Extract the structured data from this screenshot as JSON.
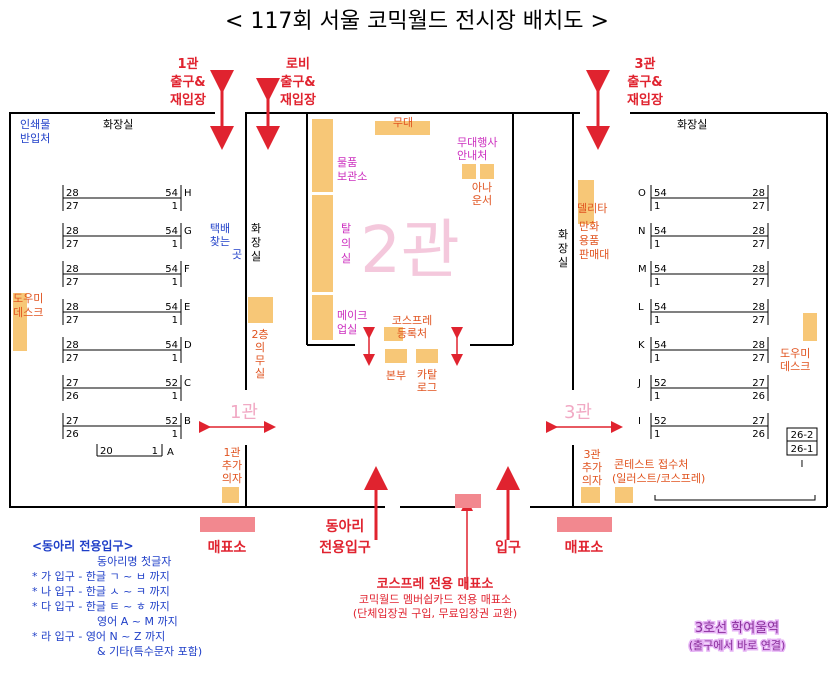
{
  "title": "< 117회 서울 코믹월드 전시장 배치도 >",
  "exits": {
    "hall1": [
      "1관",
      "출구&",
      "재입장"
    ],
    "lobby": [
      "로비",
      "출구&",
      "재입장"
    ],
    "hall3": [
      "3관",
      "출구&",
      "재입장"
    ]
  },
  "hall_labels": {
    "hall1": "1관",
    "hall2": "2관",
    "hall3": "3관"
  },
  "left_hall": {
    "print_entry": [
      "인쇄물",
      "반입처"
    ],
    "restroom": "화장실",
    "helpdesk": [
      "도우미",
      "데스크"
    ],
    "delivery": [
      "택배",
      "찾는",
      "곳"
    ],
    "restroom2": [
      "화",
      "장",
      "실"
    ],
    "floor2_nurse": [
      "2층",
      "의",
      "무",
      "실"
    ],
    "extra_chair": [
      "1관",
      "추가",
      "의자"
    ],
    "rows": [
      {
        "letter": "H",
        "top_left": "28",
        "top_right": "54",
        "bot_left": "27",
        "bot_right": "1"
      },
      {
        "letter": "G",
        "top_left": "28",
        "top_right": "54",
        "bot_left": "27",
        "bot_right": "1"
      },
      {
        "letter": "F",
        "top_left": "28",
        "top_right": "54",
        "bot_left": "27",
        "bot_right": "1"
      },
      {
        "letter": "E",
        "top_left": "28",
        "top_right": "54",
        "bot_left": "27",
        "bot_right": "1"
      },
      {
        "letter": "D",
        "top_left": "28",
        "top_right": "54",
        "bot_left": "27",
        "bot_right": "1"
      },
      {
        "letter": "C",
        "top_left": "27",
        "top_right": "52",
        "bot_left": "26",
        "bot_right": "1"
      },
      {
        "letter": "B",
        "top_left": "27",
        "top_right": "52",
        "bot_left": "26",
        "bot_right": "1"
      }
    ],
    "row_a": {
      "letter": "A",
      "left": "20",
      "right": "1"
    }
  },
  "middle_hall": {
    "stage": "무대",
    "storage": [
      "물품",
      "보관소"
    ],
    "dressing": [
      "탈",
      "의",
      "실"
    ],
    "makeup": [
      "메이크",
      "업실"
    ],
    "event_info": [
      "무대행사",
      "안내처"
    ],
    "announcer": [
      "아나",
      "운서"
    ],
    "cosplay_reg": [
      "코스프레",
      "등록처"
    ],
    "hq": "본부",
    "catalog": [
      "카탈",
      "로그"
    ]
  },
  "right_hall": {
    "restroom": "화장실",
    "restroom2": [
      "화",
      "장",
      "실"
    ],
    "deli": [
      "델리타",
      "만화",
      "용품",
      "판매대"
    ],
    "helpdesk": [
      "도우미",
      "데스크"
    ],
    "extra_chair": [
      "3관",
      "추가",
      "의자"
    ],
    "contest": [
      "콘테스트 접수처",
      "(일러스트/코스프레)"
    ],
    "rows": [
      {
        "letter": "O",
        "top_left": "54",
        "top_right": "28",
        "bot_left": "1",
        "bot_right": "27"
      },
      {
        "letter": "N",
        "top_left": "54",
        "top_right": "28",
        "bot_left": "1",
        "bot_right": "27"
      },
      {
        "letter": "M",
        "top_left": "54",
        "top_right": "28",
        "bot_left": "1",
        "bot_right": "27"
      },
      {
        "letter": "L",
        "top_left": "54",
        "top_right": "28",
        "bot_left": "1",
        "bot_right": "27"
      },
      {
        "letter": "K",
        "top_left": "54",
        "top_right": "28",
        "bot_left": "1",
        "bot_right": "27"
      },
      {
        "letter": "J",
        "top_left": "52",
        "top_right": "27",
        "bot_left": "1",
        "bot_right": "26"
      },
      {
        "letter": "I",
        "top_left": "52",
        "top_right": "27",
        "bot_left": "1",
        "bot_right": "26"
      }
    ],
    "box_top": "26-2",
    "box_bot": "26-1",
    "box_letter": "I"
  },
  "bottom": {
    "ticket_left": "매표소",
    "ticket_right": "매표소",
    "club_entrance": [
      "동아리",
      "전용입구"
    ],
    "entrance": "입구",
    "cosplay_ticket_title": "코스프레 전용 매표소",
    "cosplay_ticket_line1": "코믹월드 멤버쉽카드 전용 매표소",
    "cosplay_ticket_line2": "(단체입장권 구입, 무료입장권 교환)"
  },
  "club_legend": {
    "title": "<동아리 전용입구>",
    "subtitle": "동아리명 첫글자",
    "lines": [
      "* 가 입구 - 한글 ㄱ ~ ㅂ 까지",
      "* 나 입구 - 한글 ㅅ ~ ㅋ 까지",
      "* 다 입구 - 한글 ㅌ ~ ㅎ 까지",
      "영어 A ~ M 까지",
      "* 라 입구 - 영어 N ~ Z 까지",
      "& 기타(특수문자 포함)"
    ]
  },
  "station": [
    "3호선 학여울역",
    "(출구에서 바로 연결)"
  ],
  "colors": {
    "booth": "#f7c777",
    "exit_red": "#e0232f",
    "ticket": "#f2888f",
    "legend_blue": "#1f3fc8",
    "magenta": "#cc2fbf",
    "station_glow": "#e6b3f5"
  }
}
